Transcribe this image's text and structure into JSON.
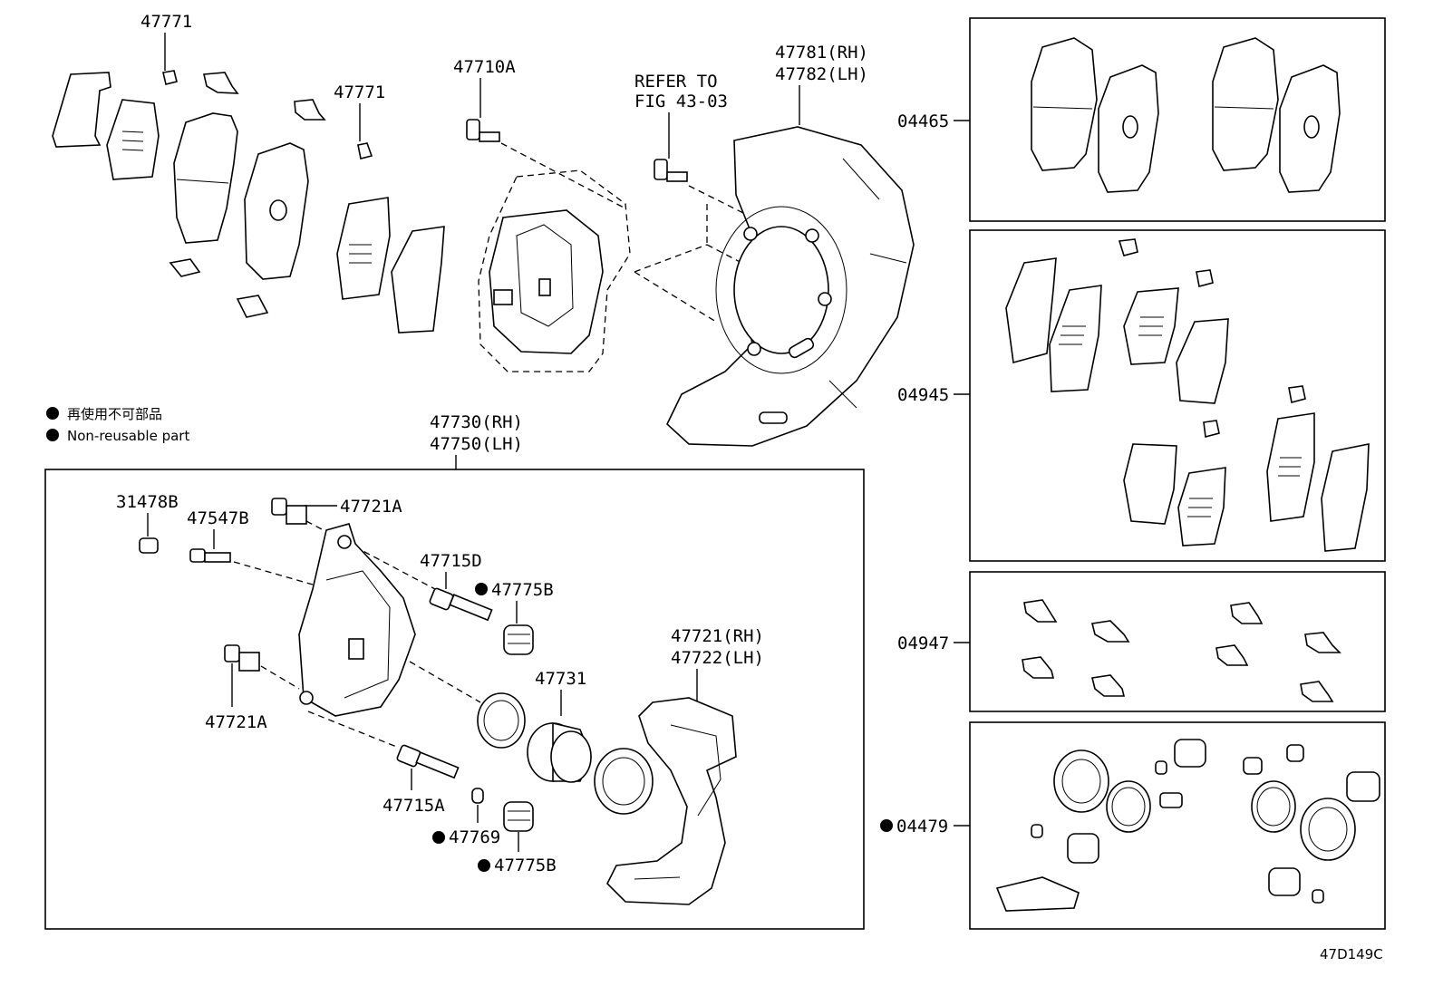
{
  "diagram_id": "47D149C",
  "legend": {
    "japanese": "再使用不可部品",
    "english": "Non-reusable part"
  },
  "refer": {
    "line1": "REFER TO",
    "line2": "FIG 43-03"
  },
  "top_labels": {
    "clip_1": "47771",
    "clip_2": "47771",
    "bolt": "47710A",
    "dust_cover_rh": "47781(RH)",
    "dust_cover_lh": "47782(LH)"
  },
  "caliper_assembly": {
    "label_rh": "47730(RH)",
    "label_lh": "47750(LH)",
    "parts": {
      "p31478B": "31478B",
      "p47547B": "47547B",
      "p47721A_top": "47721A",
      "p47715D": "47715D",
      "p47775B_top": "47775B",
      "p47721A_left": "47721A",
      "p47731": "47731",
      "p47721_rh": "47721(RH)",
      "p47722_lh": "47722(LH)",
      "p47715A": "47715A",
      "p47769": "47769",
      "p47775B_bottom": "47775B"
    }
  },
  "kits": {
    "k04465": "04465",
    "k04945": "04945",
    "k04947": "04947",
    "k04479": "04479"
  }
}
